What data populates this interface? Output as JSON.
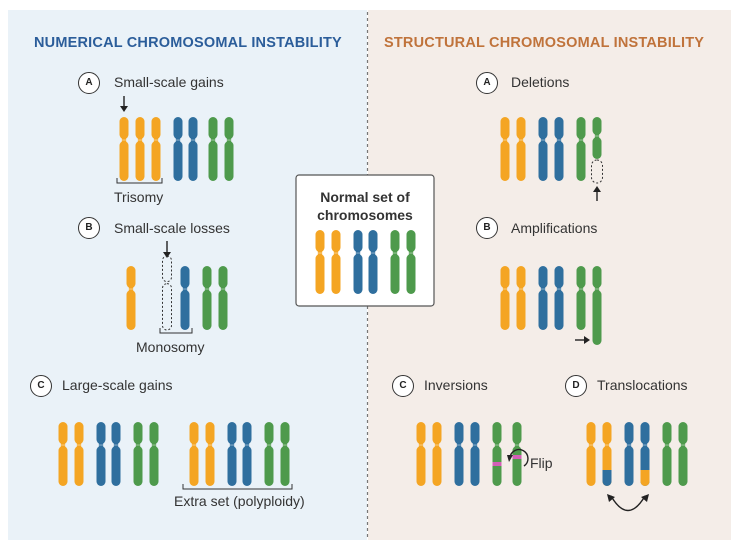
{
  "left_panel": {
    "heading": "NUMERICAL CHROMOSOMAL INSTABILITY",
    "sections": [
      {
        "badge": "A",
        "title": "Small-scale gains",
        "caption": "Trisomy"
      },
      {
        "badge": "B",
        "title": "Small-scale losses",
        "caption": "Monosomy"
      },
      {
        "badge": "C",
        "title": "Large-scale gains",
        "caption": "Extra set (polyploidy)"
      }
    ]
  },
  "right_panel": {
    "heading": "STRUCTURAL CHROMOSOMAL INSTABILITY",
    "sections": [
      {
        "badge": "A",
        "title": "Deletions"
      },
      {
        "badge": "B",
        "title": "Amplifications"
      },
      {
        "badge": "C",
        "title": "Inversions",
        "annotation": "Flip"
      },
      {
        "badge": "D",
        "title": "Translocations"
      }
    ]
  },
  "center": {
    "title": "Normal set of chromosomes"
  },
  "colors": {
    "orange": "#f4a523",
    "blue": "#2f6f9e",
    "green": "#4e9a4c",
    "magenta": "#d35fb7",
    "left_bg": "#eaf2f8",
    "right_bg": "#f4ede8",
    "left_heading": "#2b5d9a",
    "right_heading": "#c0733b"
  }
}
